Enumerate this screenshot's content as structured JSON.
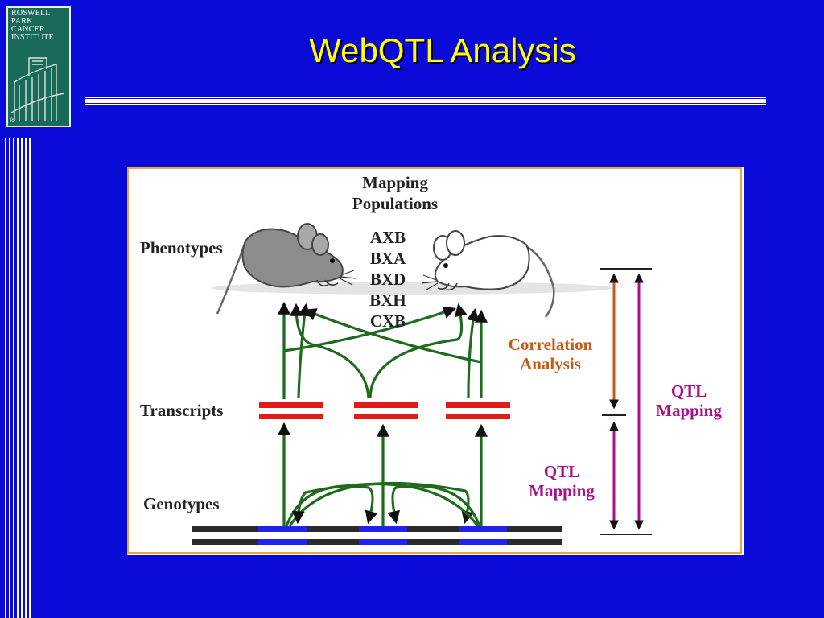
{
  "slide": {
    "title": "WebQTL Analysis"
  },
  "logo": {
    "lines": [
      "ROSWELL",
      "PARK",
      "CANCER",
      "INSTITUTE"
    ],
    "mark": "®"
  },
  "diagram": {
    "heading_line1": "Mapping",
    "heading_line2": "Populations",
    "populations": [
      "AXB",
      "BXA",
      "BXD",
      "BXH",
      "CXB"
    ],
    "levels": {
      "phenotypes": "Phenotypes",
      "transcripts": "Transcripts",
      "genotypes": "Genotypes"
    },
    "correlation_line1": "Correlation",
    "correlation_line2": "Analysis",
    "qtl_lower_line1": "QTL",
    "qtl_lower_line2": "Mapping",
    "qtl_right_line1": "QTL",
    "qtl_right_line2": "Mapping"
  },
  "colors": {
    "background": "#0b0bd9",
    "title": "#ffff00",
    "arrow": "#1e6b1e",
    "transcript": "#e01b1b",
    "genotype_segment": "#2222ee",
    "genotype_bar": "#2a2a2a",
    "correlation": "#c85a14",
    "qtl": "#a8108c",
    "panel_border": "#e8a840"
  }
}
